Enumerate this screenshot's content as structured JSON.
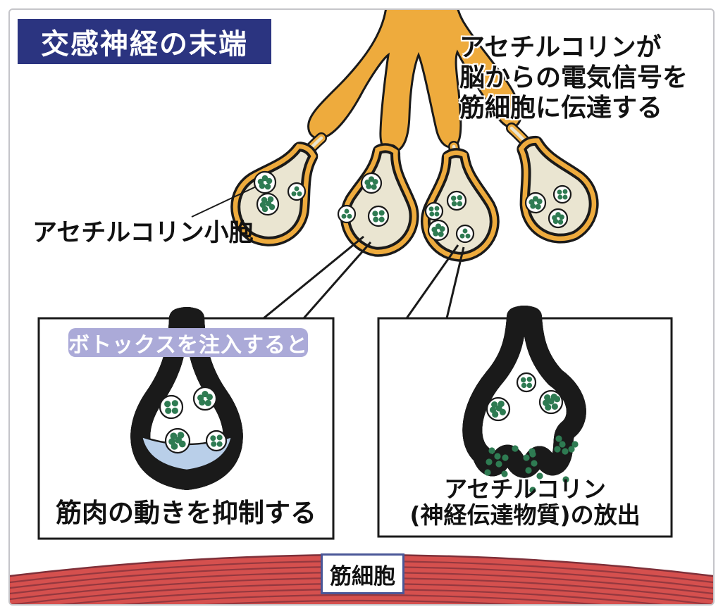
{
  "title_banner": {
    "text": "交感神経の末端",
    "bg": "#2b3480",
    "text_color": "#ffffff"
  },
  "annotation_top_right": {
    "lines": [
      "アセチルコリンが",
      "脳からの電気信号を",
      "筋細胞に伝達する"
    ]
  },
  "vesicle_label": {
    "text": "アセチルコリン小胞"
  },
  "botox_badge": {
    "text": "ボトックスを注入すると",
    "bg": "#abaad8",
    "text_color": "#ffffff"
  },
  "left_box": {
    "caption": "筋肉の動きを抑制する"
  },
  "right_box": {
    "caption_line1": "アセチルコリン",
    "caption_line2": "(神経伝達物質)の放出"
  },
  "muscle": {
    "label": "筋細胞"
  },
  "colors": {
    "nerve_orange": "#eeab3d",
    "terminal_cream": "#eae5d1",
    "vesicle_dot_green": "#2e7b52",
    "synapse_blue": "#b9cfe9",
    "muscle_red": "#d5504e",
    "muscle_stripe": "#94383f",
    "banner_navy": "#2b3480",
    "badge_purple": "#abaad8",
    "outline_black": "#1a1a1a"
  }
}
